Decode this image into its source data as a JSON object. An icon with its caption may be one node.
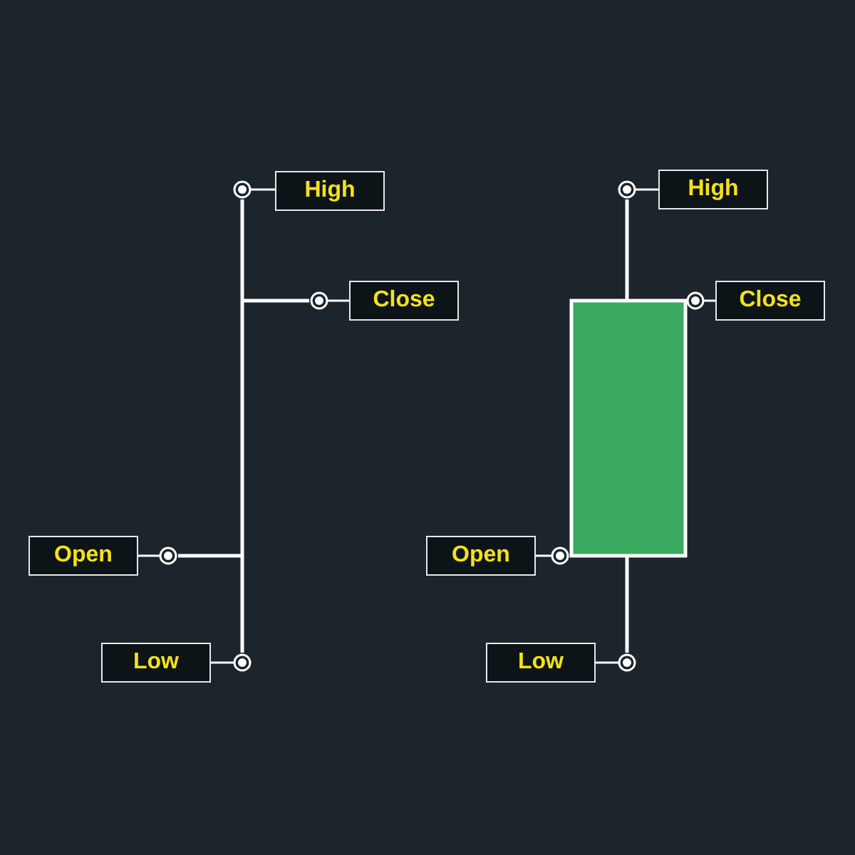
{
  "diagram": {
    "nodes": [
      {
        "text": [
          "High"
        ]
      },
      {
        "text": [
          "Close"
        ]
      },
      {
        "text": [
          "Open"
        ]
      },
      {
        "text": [
          "Low"
        ]
      },
      {
        "text": [],
        "shape": "bar"
      },
      {
        "text": [
          "High"
        ]
      },
      {
        "text": [
          "Close"
        ]
      },
      {
        "text": [
          "Open"
        ]
      },
      {
        "text": [
          "Low"
        ]
      },
      {
        "text": [],
        "shape": "bar"
      }
    ],
    "edges": [
      {
        "from": 0,
        "to": 4,
        "arrow": "other"
      },
      {
        "from": 1,
        "to": 4,
        "arrow": "other"
      },
      {
        "from": 2,
        "to": 4,
        "arrow": "other"
      },
      {
        "from": 3,
        "to": 4,
        "arrow": "other"
      },
      {
        "from": 5,
        "to": 9,
        "arrow": "other"
      },
      {
        "from": 6,
        "to": 9,
        "arrow": "other"
      },
      {
        "from": 7,
        "to": 9,
        "arrow": "other"
      },
      {
        "from": 8,
        "to": 9,
        "arrow": "other"
      }
    ]
  }
}
